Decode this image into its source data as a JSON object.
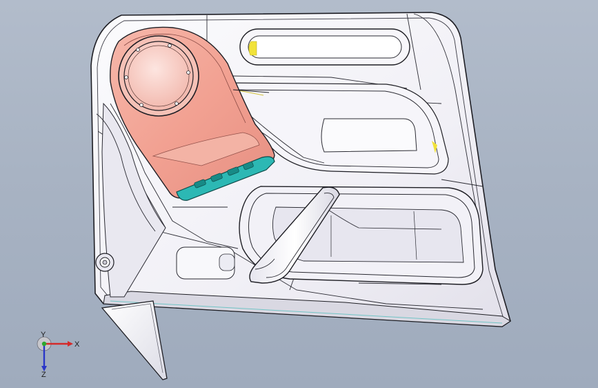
{
  "viewport": {
    "background_top": "#b2bccb",
    "background_bottom": "#9fabbd"
  },
  "model": {
    "part": "door-trim-panel",
    "body_color": "#f4f3f8",
    "edge_color": "#1e1e24",
    "speaker_housing_color": "#f2a79a",
    "switch_bezel_color": "#2cb8b4",
    "highlight_color": "#f1e23a"
  },
  "triad": {
    "x_label": "X",
    "y_label": "Y",
    "z_label": "Z",
    "x_color": "#d42a2a",
    "y_color": "#2ea82e",
    "z_color": "#2a36c8"
  }
}
